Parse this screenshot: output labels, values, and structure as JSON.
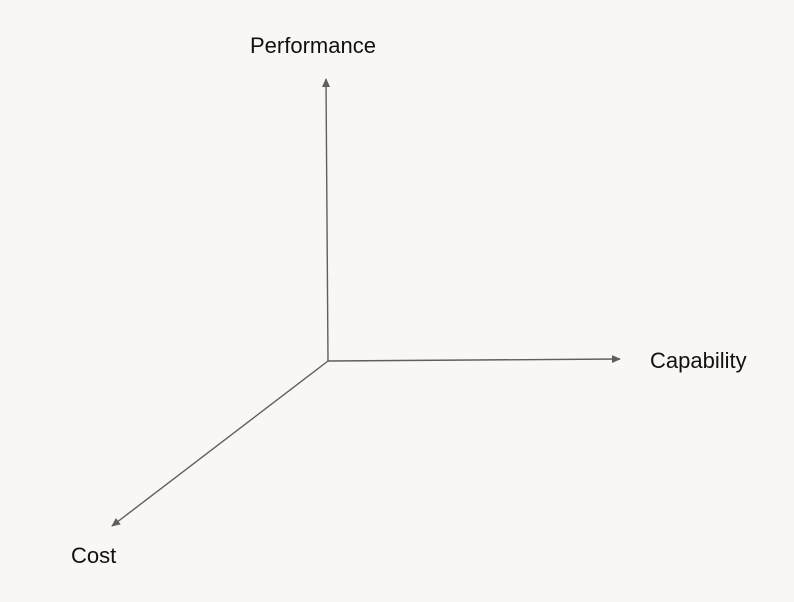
{
  "diagram": {
    "axes": {
      "vertical": {
        "label": "Performance"
      },
      "horizontal": {
        "label": "Capability"
      },
      "diagonal": {
        "label": "Cost"
      }
    },
    "colors": {
      "background": "#f8f7f3",
      "axis_line": "#5f5f5f",
      "label_text": "#111111"
    }
  }
}
